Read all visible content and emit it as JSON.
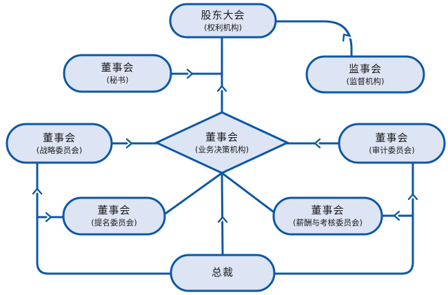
{
  "diagram": {
    "type": "org-governance-flowchart",
    "colors": {
      "border": "#0b57a6",
      "node_fill": "#dde4f3",
      "text": "#1b1b1b",
      "background": "#ffffff"
    },
    "nodes": [
      {
        "id": "shareholders",
        "title": "股东大会",
        "subtitle": "(权利机构)",
        "shape": "stadium"
      },
      {
        "id": "supervisory",
        "title": "监事会",
        "subtitle": "(监督机构)",
        "shape": "stadium"
      },
      {
        "id": "secretary",
        "title": "董事会",
        "subtitle": "(秘书)",
        "shape": "stadium"
      },
      {
        "id": "board",
        "title": "董事会",
        "subtitle": "(业务决策机构)",
        "shape": "diamond"
      },
      {
        "id": "strategy",
        "title": "董事会",
        "subtitle": "(战略委员会)",
        "shape": "stadium"
      },
      {
        "id": "audit",
        "title": "董事会",
        "subtitle": "(审计委员会)",
        "shape": "stadium"
      },
      {
        "id": "nomination",
        "title": "董事会",
        "subtitle": "(提名委员会)",
        "shape": "stadium"
      },
      {
        "id": "remuneration",
        "title": "董事会",
        "subtitle": "(薪酬与考核委员会)",
        "shape": "stadium"
      },
      {
        "id": "president",
        "title": "总裁",
        "subtitle": "",
        "shape": "stadium"
      }
    ],
    "edges": [
      {
        "from": "board",
        "to": "shareholders",
        "arrow": true,
        "style": "straight"
      },
      {
        "from": "secretary",
        "to": "board",
        "arrow": true,
        "style": "straight"
      },
      {
        "from": "supervisory",
        "to": "shareholders",
        "arrow": true,
        "style": "curved"
      },
      {
        "from": "strategy",
        "to": "board",
        "arrow": true,
        "style": "straight"
      },
      {
        "from": "audit",
        "to": "board",
        "arrow": true,
        "style": "straight"
      },
      {
        "from": "president",
        "to": "board",
        "arrow": true,
        "style": "straight"
      },
      {
        "from": "board",
        "to": "nomination",
        "arrow": false,
        "style": "diagonal"
      },
      {
        "from": "board",
        "to": "remuneration",
        "arrow": false,
        "style": "diagonal"
      },
      {
        "from": "president",
        "to": "strategy",
        "arrow": true,
        "style": "elbow"
      },
      {
        "from": "president",
        "to": "nomination",
        "arrow": true,
        "style": "elbow"
      },
      {
        "from": "president",
        "to": "audit",
        "arrow": true,
        "style": "elbow"
      },
      {
        "from": "president",
        "to": "remuneration",
        "arrow": true,
        "style": "elbow"
      }
    ]
  }
}
